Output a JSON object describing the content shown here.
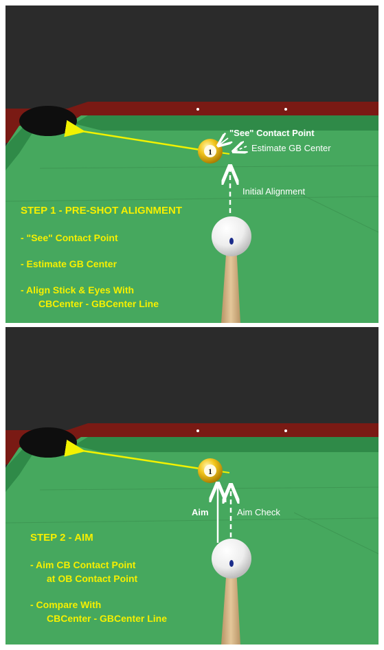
{
  "colors": {
    "felt": "#46a85e",
    "rail": "#7a1a14",
    "cushion": "#2f8a48",
    "background": "#2b2b2b",
    "yellow_text": "#f6f000",
    "aim_line": "#f2f200",
    "ball_yellow": "#f2c61c",
    "cue_ball": "#f4f4f4",
    "cue_stick": "#d9b78a"
  },
  "ball": {
    "number": "1"
  },
  "panel1": {
    "title": "STEP 1 - PRE-SHOT ALIGNMENT",
    "lines": [
      "- \"See\" Contact Point",
      "- Estimate GB Center",
      "- Align Stick & Eyes With",
      "CBCenter - GBCenter Line"
    ],
    "annotations": {
      "see_contact": "\"See\" Contact Point",
      "estimate_center": "Estimate GB Center",
      "initial_alignment": "Initial Alignment"
    }
  },
  "panel2": {
    "title": "STEP 2 - AIM",
    "lines": [
      "- Aim CB Contact Point",
      "at OB Contact Point",
      "- Compare With",
      "CBCenter - GBCenter Line"
    ],
    "annotations": {
      "aim": "Aim",
      "aim_check": "Aim Check"
    }
  }
}
